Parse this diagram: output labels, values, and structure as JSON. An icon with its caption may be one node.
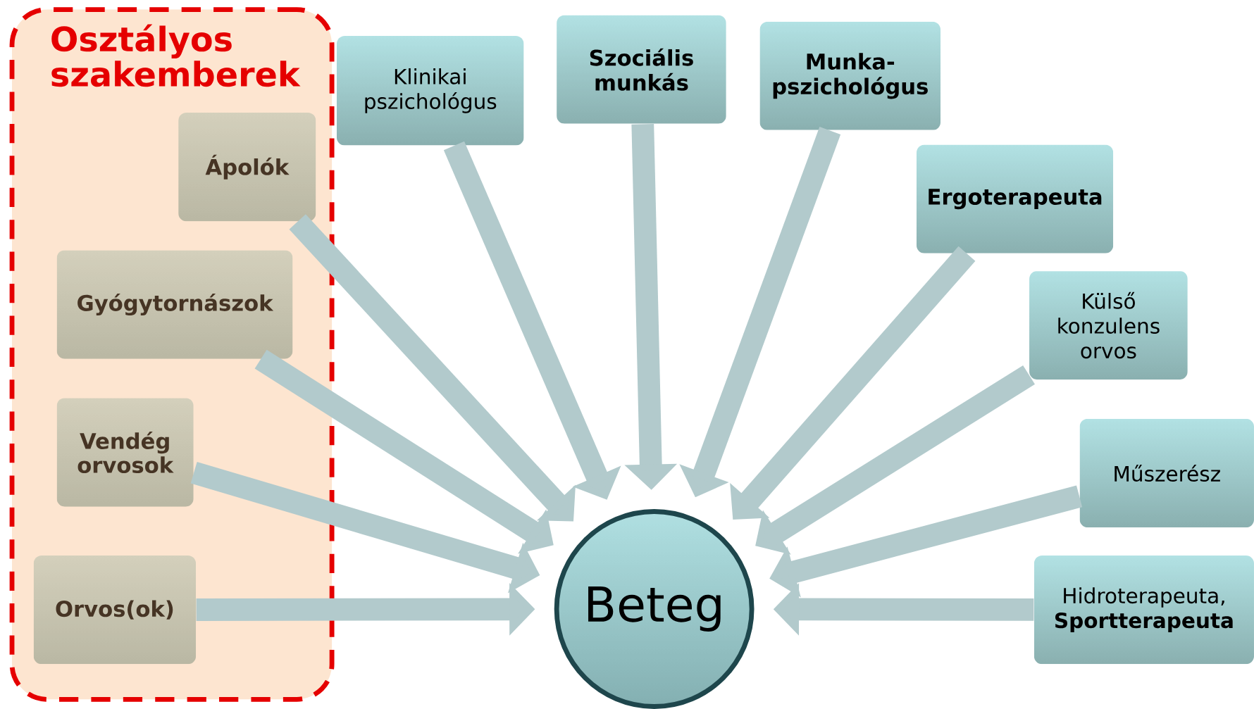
{
  "diagram": {
    "nodes": [
      {
        "text": [
          "Osztályos szakemberek"
        ]
      },
      {
        "text": [
          "Ápolók"
        ],
        "in": 0
      },
      {
        "text": [
          "Gyógytornászok"
        ],
        "in": 0
      },
      {
        "text": [
          "Vendég orvosok"
        ],
        "in": 0
      },
      {
        "text": [
          "Orvos(ok)"
        ],
        "in": 0
      },
      {
        "text": [
          "Klinikai pszichológus"
        ]
      },
      {
        "text": [
          "Szociális munkás"
        ]
      },
      {
        "text": [
          "Munka- pszichológus"
        ]
      },
      {
        "text": [
          "Ergoterapeuta"
        ]
      },
      {
        "text": [
          "Külső konzulens orvos"
        ]
      },
      {
        "text": [
          "Műszerész"
        ]
      },
      {
        "text": [
          "Hidroterapeuta, **Sportterapeuta**"
        ]
      },
      {
        "text": [
          "Beteg"
        ]
      }
    ],
    "edges": [
      {
        "from": 1,
        "to": 12,
        "arrow": "to"
      },
      {
        "from": 2,
        "to": 12,
        "arrow": "to"
      },
      {
        "from": 3,
        "to": 12,
        "arrow": "to"
      },
      {
        "from": 4,
        "to": 12,
        "arrow": "to"
      },
      {
        "from": 5,
        "to": 12,
        "arrow": "to"
      },
      {
        "from": 6,
        "to": 12,
        "arrow": "to"
      },
      {
        "from": 7,
        "to": 12,
        "arrow": "to"
      },
      {
        "from": 8,
        "to": 12,
        "arrow": "to"
      },
      {
        "from": 9,
        "to": 12,
        "arrow": "to"
      },
      {
        "from": 10,
        "to": 12,
        "arrow": "to"
      },
      {
        "from": 11,
        "to": 12,
        "arrow": "to"
      }
    ]
  }
}
